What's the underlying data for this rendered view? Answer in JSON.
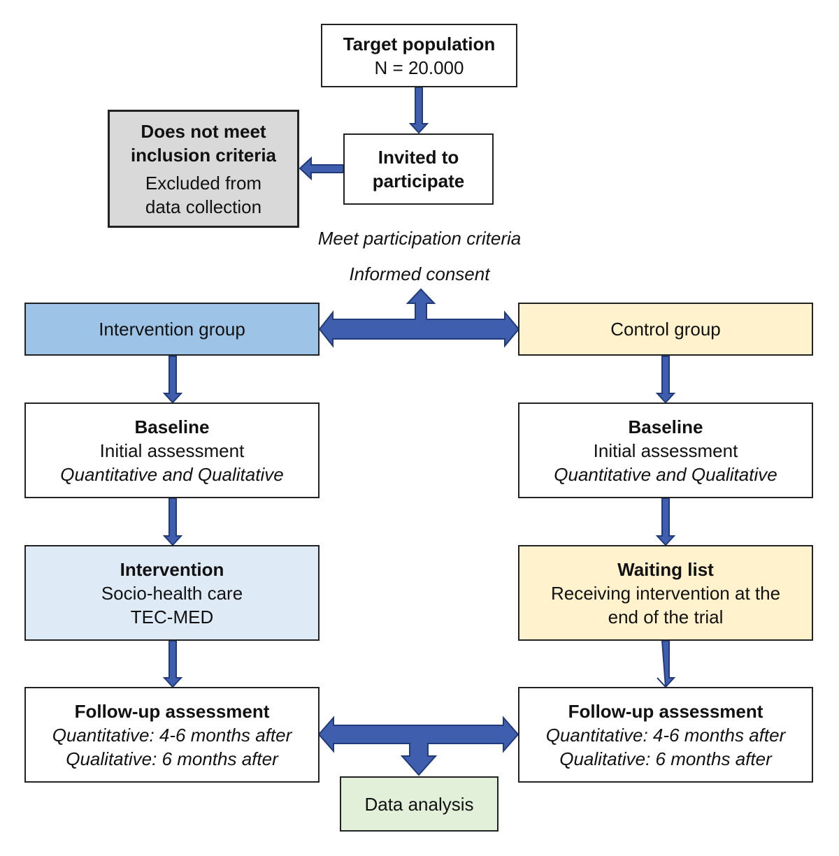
{
  "colors": {
    "arrow_fill": "#3f5fae",
    "arrow_stroke": "#203a7a",
    "intervention_group_fill": "#9dc3e6",
    "intervention_fill": "#deebf7",
    "control_group_fill": "#fff2cc",
    "waiting_list_fill": "#fff2cc",
    "excluded_fill": "#d9d9d9",
    "data_analysis_fill": "#e2f0d9"
  },
  "target": {
    "title": "Target population",
    "count": "N = 20.000"
  },
  "invited": {
    "line1": "Invited to",
    "line2": "participate"
  },
  "excluded": {
    "title1": "Does not meet",
    "title2": "inclusion criteria",
    "line1": "Excluded from",
    "line2": "data collection"
  },
  "labels": {
    "criteria": "Meet participation criteria",
    "consent": "Informed consent"
  },
  "intervention_group": {
    "title": "Intervention group"
  },
  "control_group": {
    "title": "Control group"
  },
  "baseline_left": {
    "title": "Baseline",
    "line1": "Initial assessment",
    "line2": "Quantitative and Qualitative"
  },
  "baseline_right": {
    "title": "Baseline",
    "line1": "Initial assessment",
    "line2": "Quantitative and Qualitative"
  },
  "intervention": {
    "title": "Intervention",
    "line1": "Socio-health care",
    "line2": "TEC-MED"
  },
  "waiting": {
    "title": "Waiting list",
    "line1": "Receiving intervention at the",
    "line2": "end of the trial"
  },
  "followup_left": {
    "title": "Follow-up assessment",
    "line1": "Quantitative: 4-6 months after",
    "line2": "Qualitative: 6 months after"
  },
  "followup_right": {
    "title": "Follow-up assessment",
    "line1": "Quantitative: 4-6 months after",
    "line2": "Qualitative: 6 months after"
  },
  "data_analysis": {
    "title": "Data analysis"
  }
}
